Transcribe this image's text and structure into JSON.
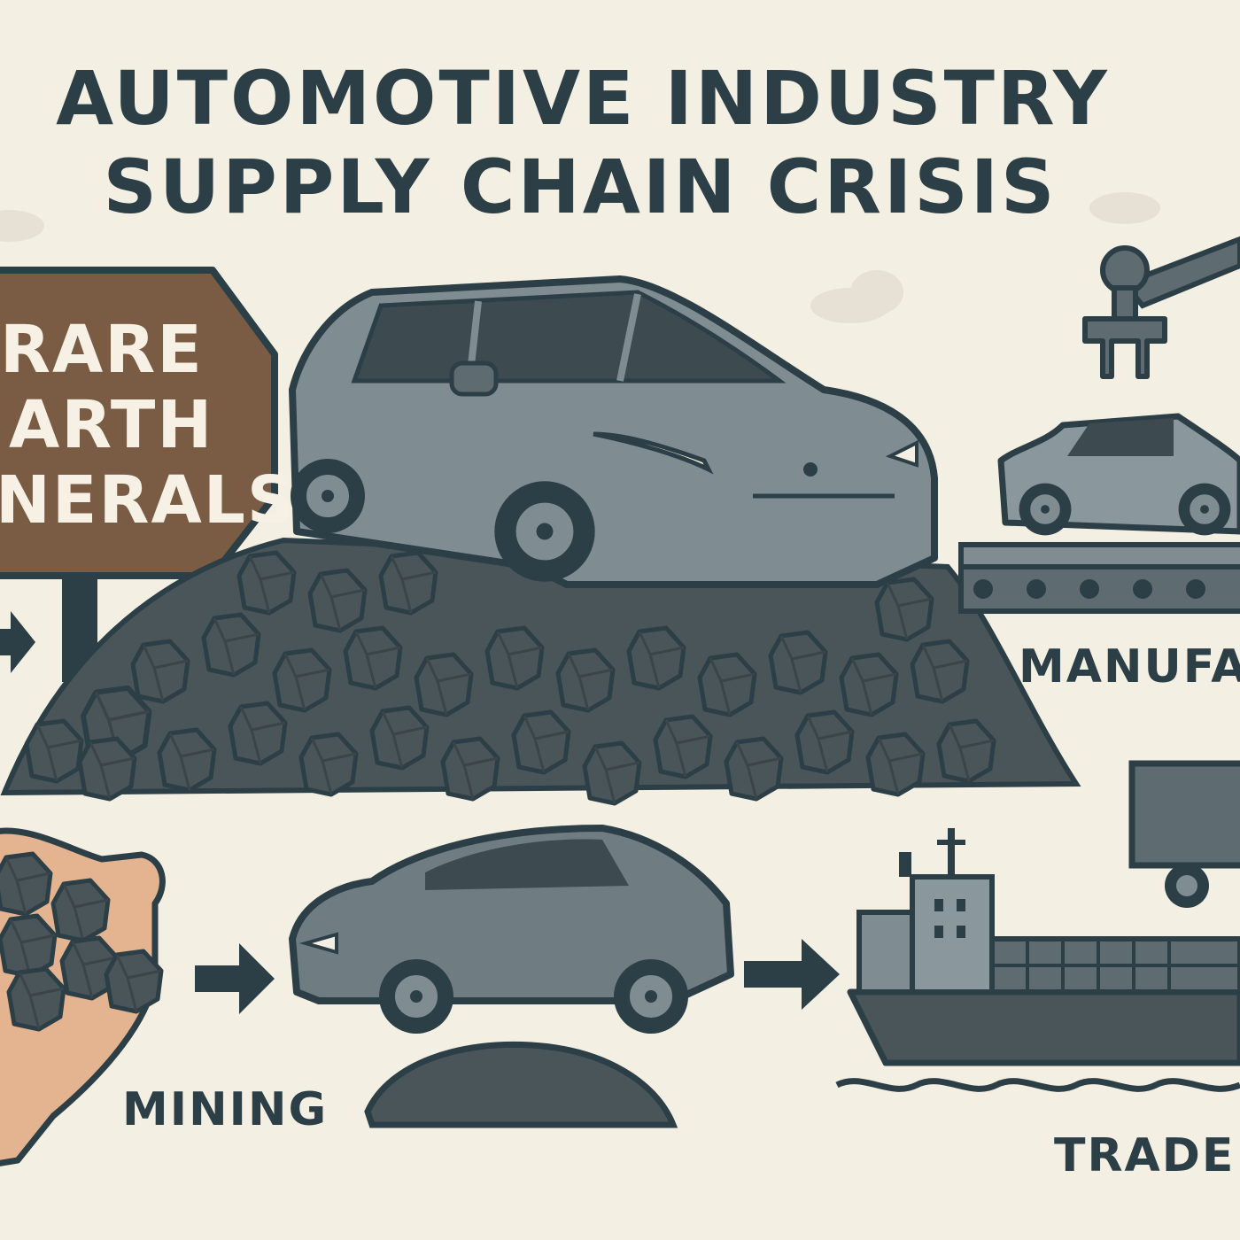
{
  "title": {
    "line1": "AUTOMOTIVE INDUSTRY",
    "line2": "SUPPLY CHAIN CRISIS"
  },
  "sign": {
    "line1": "RARE",
    "line2": "ARTH",
    "line3": "NERALS"
  },
  "labels": {
    "manufacturing": "MANUFAC",
    "mining": "MINING",
    "trade": "TRADE"
  },
  "colors": {
    "background": "#f3efe3",
    "ink": "#2c3e46",
    "car_body": "#7f8d93",
    "rock": "#4a5559",
    "sign": "#7a5c45",
    "hand": "#e3b48f"
  },
  "icons": [
    "rare-earth-sign-icon",
    "car-icon",
    "rock-pile-icon",
    "robot-arm-icon",
    "conveyor-belt-icon",
    "hand-icon",
    "cargo-ship-icon",
    "truck-icon",
    "arrow-right-icon"
  ]
}
